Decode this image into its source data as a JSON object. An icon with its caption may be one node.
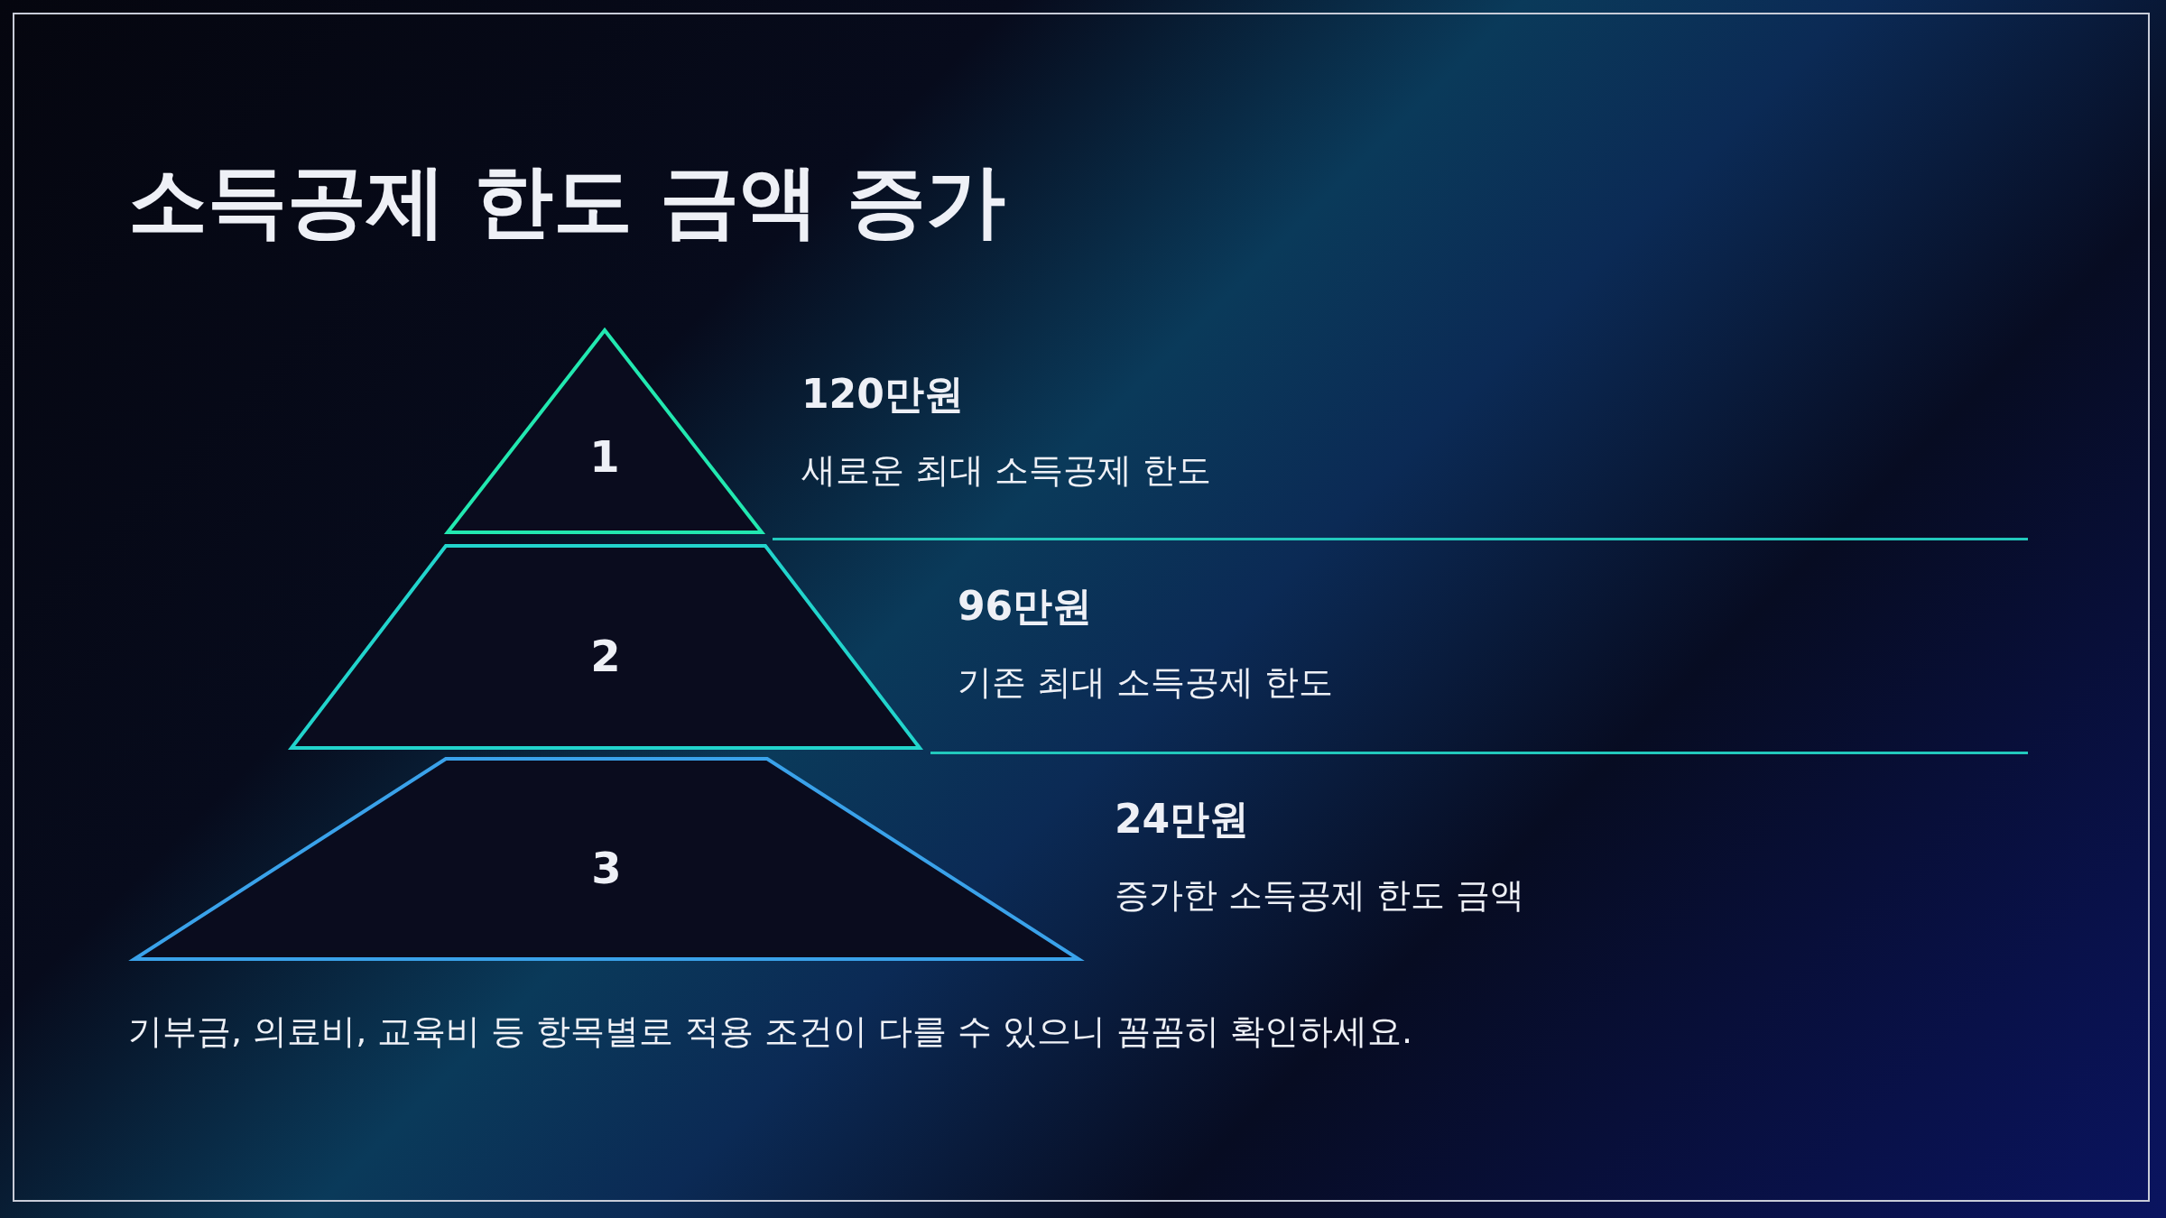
{
  "diagram": {
    "title": "소득공제 한도 금액 증가",
    "nodes": [
      {
        "text": [
          "1"
        ],
        "beside": [
          "120만원",
          "새로운 최대 소득공제 한도"
        ]
      },
      {
        "text": [
          "2"
        ],
        "beside": [
          "96만원",
          "기존 최대 소득공제 한도"
        ]
      },
      {
        "text": [
          "3"
        ],
        "beside": [
          "24만원",
          "증가한 소득공제 한도 금액"
        ]
      }
    ],
    "labels": [
      "기부금, 의료비, 교육비 등 항목별로 적용 조건이 다를 수 있으니 꼼꼼히 확인하세요."
    ]
  }
}
